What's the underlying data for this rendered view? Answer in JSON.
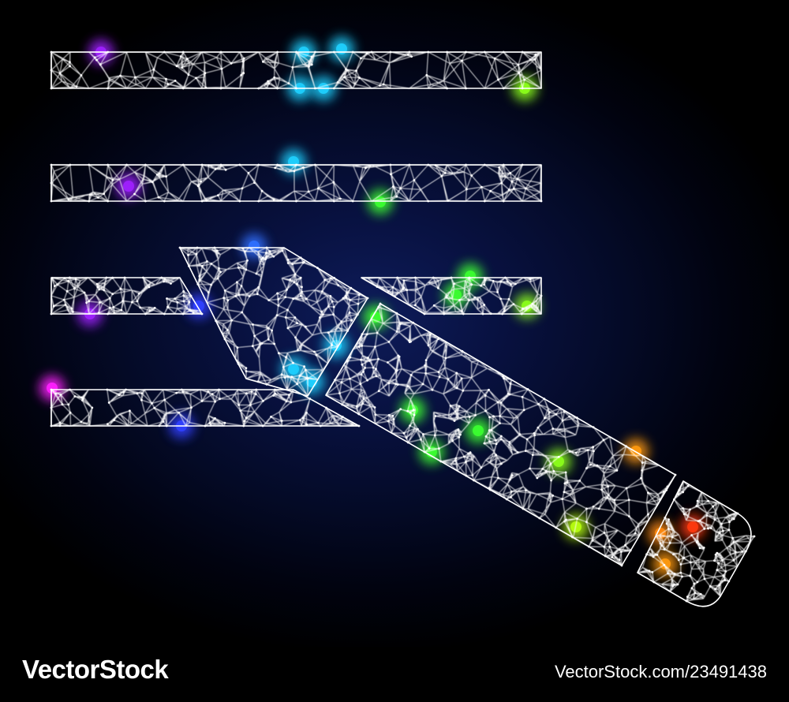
{
  "footer": {
    "brand": "VectorStock",
    "image_id": "VectorStock.com/23491438"
  },
  "icon": {
    "semantic": "edit-text-icon",
    "style": "white triangulated wire mesh with spectrum glare spots"
  },
  "colors": {
    "background_center": "#0e1c5a",
    "background_edge": "#000000",
    "mesh": "#ffffff",
    "footer": "#000000",
    "glows": [
      "#a020ff",
      "#1fd0ff",
      "#3cff30",
      "#8cff1a",
      "#ff9a10",
      "#ff3a10",
      "#3040ff",
      "#ff20ff"
    ]
  }
}
